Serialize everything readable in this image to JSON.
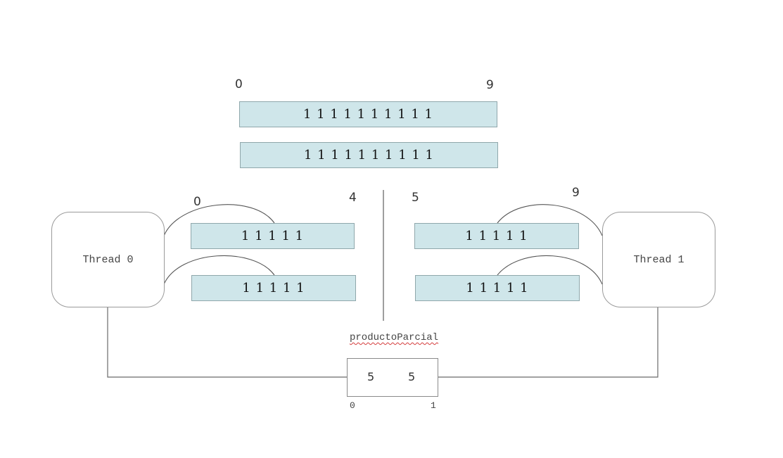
{
  "full_array": {
    "index_start": "0",
    "index_end": "9",
    "vector_a": "1 1 1 1 1 1 1 1 1 1",
    "vector_b": "1 1 1 1 1 1 1 1 1 1"
  },
  "thread0": {
    "label": "Thread 0",
    "index_start": "0",
    "index_end": "4",
    "segment_a": "1 1 1 1 1",
    "segment_b": "1 1 1 1 1"
  },
  "thread1": {
    "label": "Thread 1",
    "index_start": "5",
    "index_end": "9",
    "segment_a": "1 1 1 1 1",
    "segment_b": "1 1 1 1 1"
  },
  "partial_product": {
    "label": "productoParcial",
    "cells": [
      "5",
      "5"
    ],
    "indices": [
      "0",
      "1"
    ]
  },
  "colors": {
    "vector_fill": "#cfe6ea",
    "vector_border": "#8fa7ab",
    "line": "#6a6a6a",
    "spellcheck": "#d43c3c"
  }
}
